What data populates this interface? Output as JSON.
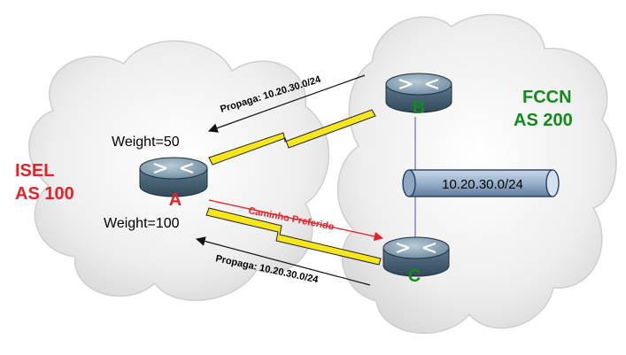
{
  "as_left": {
    "name": "ISEL",
    "as": "AS 100",
    "color": "#e8202a"
  },
  "as_right": {
    "name": "FCCN",
    "as": "AS 200",
    "color": "#138a1c"
  },
  "routers": {
    "a": "A",
    "b": "B",
    "c": "C",
    "label_color_a": "#e8202a",
    "label_color_bc": "#138a1c"
  },
  "weights": {
    "top": "Weight=50",
    "bottom": "Weight=100"
  },
  "propagation": {
    "top": "Propaga: 10.20.30.0/24",
    "bottom": "Propaga: 10.20.30.0/24"
  },
  "preferred_path": {
    "label": "Caminho Preferido",
    "color": "#e8202a"
  },
  "network": {
    "label": "10.20.30.0/24"
  },
  "colors": {
    "serial_link": "#f6e61a",
    "cloud_fill": "#e8e8e8",
    "router_top": "#7f9cb0",
    "router_side": "#4a6678"
  }
}
